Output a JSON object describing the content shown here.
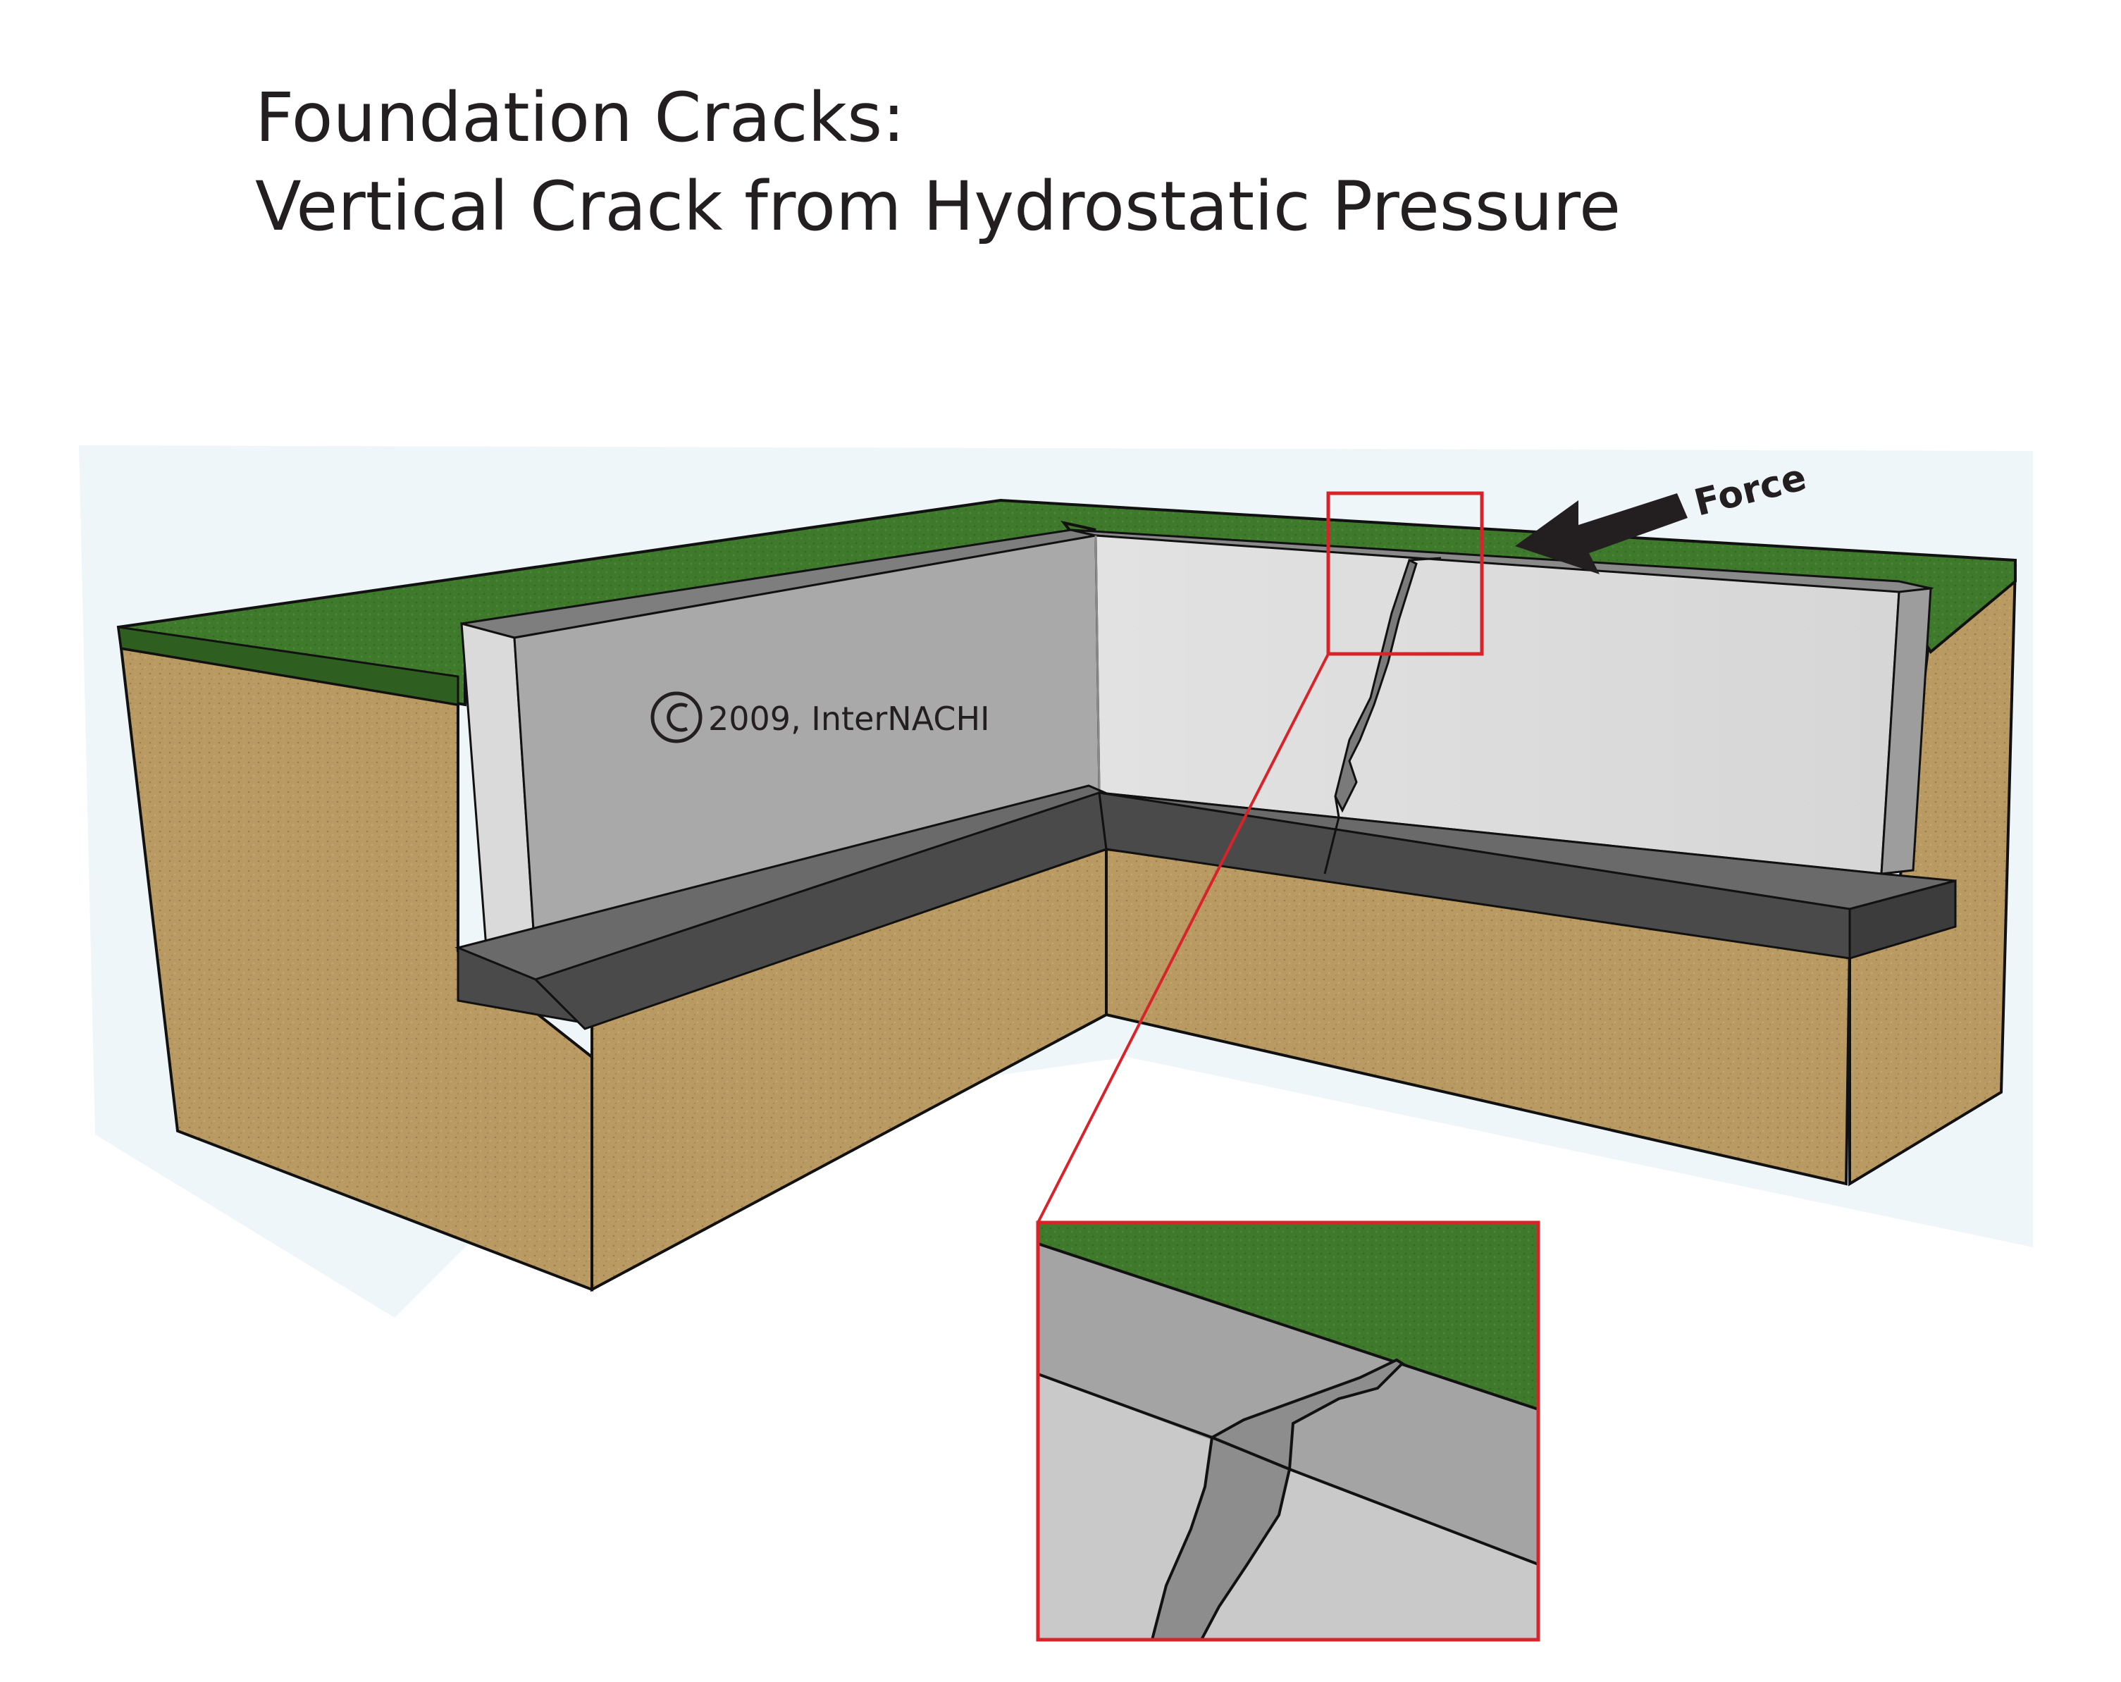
{
  "title": {
    "line1": "Foundation Cracks:",
    "line2": "Vertical Crack from Hydrostatic Pressure"
  },
  "labels": {
    "force": "Force",
    "copyright": "2009, InterNACHI"
  },
  "icons": {
    "copyright_symbol": "copyright-icon",
    "force_arrow": "arrow-icon"
  },
  "colors": {
    "grass": "#3f7a2c",
    "soil": "#b99a63",
    "wall_light": "#dcdcdc",
    "wall_dark": "#a9a9a9",
    "footing": "#4a4a4a",
    "highlight": "#d8232a",
    "background_shadow": "#eef6f9"
  }
}
